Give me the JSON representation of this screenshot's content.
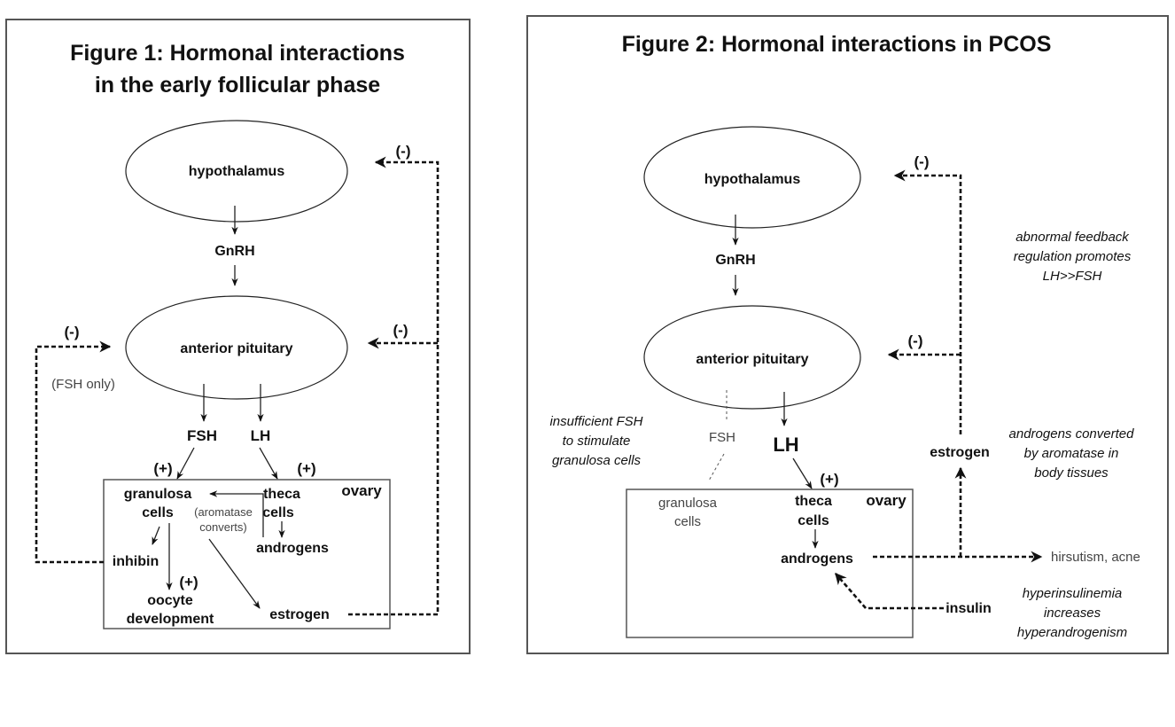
{
  "figure1": {
    "title_line1": "Figure 1:  Hormonal interactions",
    "title_line2": "in the early follicular phase",
    "hypothalamus": "hypothalamus",
    "gnrh": "GnRH",
    "anterior_pituitary": "anterior pituitary",
    "fsh": "FSH",
    "lh": "LH",
    "ovary": "ovary",
    "granulosa_line1": "granulosa",
    "granulosa_line2": "cells",
    "theca_line1": "theca",
    "theca_line2": "cells",
    "aromatase_line1": "(aromatase",
    "aromatase_line2": "converts)",
    "androgens": "androgens",
    "inhibin": "inhibin",
    "oocyte_line1": "oocyte",
    "oocyte_line2": "development",
    "estrogen": "estrogen",
    "fsh_only": "(FSH only)",
    "neg": "(-)",
    "pos": "(+)"
  },
  "figure2": {
    "title": "Figure 2:  Hormonal interactions in PCOS",
    "hypothalamus": "hypothalamus",
    "gnrh": "GnRH",
    "anterior_pituitary": "anterior pituitary",
    "fsh": "FSH",
    "lh": "LH",
    "ovary": "ovary",
    "granulosa_line1": "granulosa",
    "granulosa_line2": "cells",
    "theca_line1": "theca",
    "theca_line2": "cells",
    "androgens": "androgens",
    "estrogen": "estrogen",
    "insulin": "insulin",
    "hirsutism": "hirsutism, acne",
    "neg": "(-)",
    "pos": "(+)",
    "note_feedback": [
      "abnormal feedback",
      "regulation promotes",
      "LH>>FSH"
    ],
    "note_fsh": [
      "insufficient FSH",
      "to stimulate",
      "granulosa cells"
    ],
    "note_aromatase": [
      "androgens converted",
      "by aromatase in",
      "body tissues"
    ],
    "note_insulin": [
      "hyperinsulinemia",
      "increases",
      "hyperandrogenism"
    ]
  }
}
